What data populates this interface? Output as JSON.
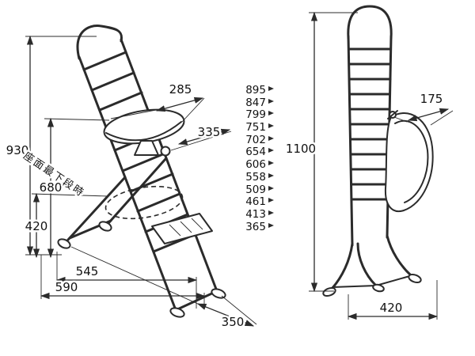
{
  "page": {
    "background": "#ffffff",
    "line_color": "#2b2b2b"
  },
  "assembled_view": {
    "dimensions": {
      "total_height": "930",
      "seat_width": "285",
      "seat_depth": "335",
      "seat_lowest_note": "座面最下段時",
      "seat_lowest_height": "680",
      "lowest_rung_height": "420",
      "base_width_inner": "545",
      "base_width_outer": "590",
      "base_depth": "350"
    }
  },
  "seat_height_scale": {
    "values": [
      "895",
      "847",
      "799",
      "751",
      "702",
      "654",
      "606",
      "558",
      "509",
      "461",
      "413",
      "365"
    ]
  },
  "folded_view": {
    "dimensions": {
      "total_height": "1100",
      "folded_depth": "175",
      "base_width": "420"
    }
  }
}
